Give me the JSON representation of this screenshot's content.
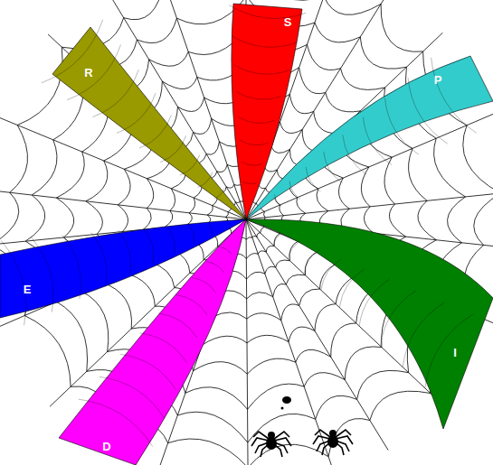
{
  "diagram": {
    "nodes": [
      {
        "text": [
          "S"
        ]
      },
      {
        "text": [
          "P"
        ]
      },
      {
        "text": [
          "I"
        ]
      },
      {
        "text": [
          "D"
        ]
      },
      {
        "text": [
          "E"
        ]
      },
      {
        "text": [
          "R"
        ]
      }
    ]
  }
}
